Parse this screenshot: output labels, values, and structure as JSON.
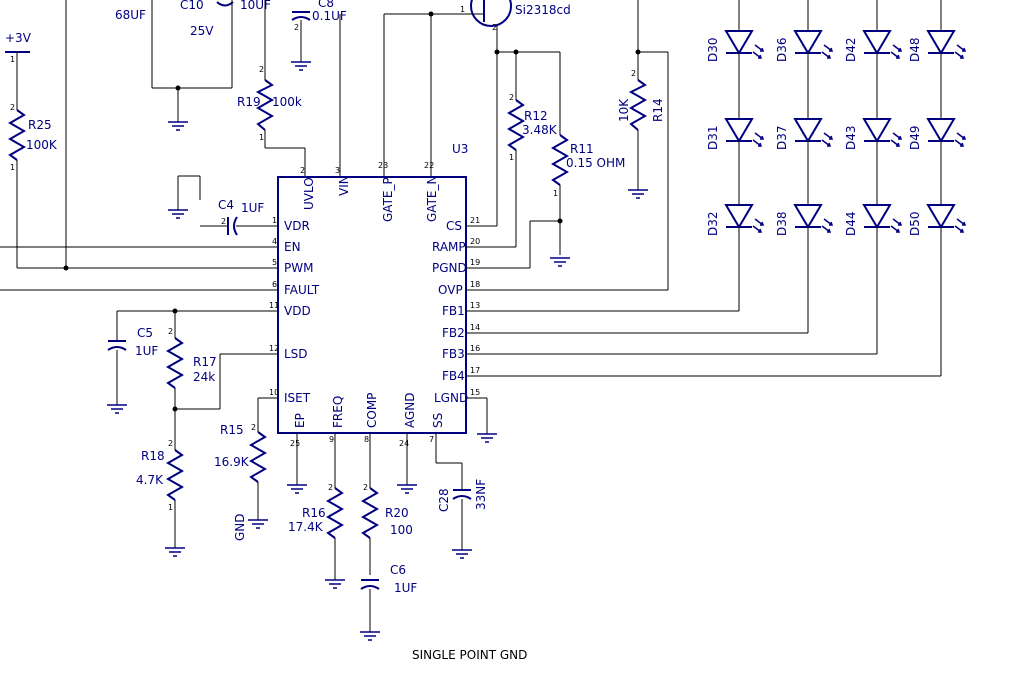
{
  "ic": {
    "ref": "U3",
    "left_pins": [
      {
        "num": "1",
        "name": "VDR"
      },
      {
        "num": "4",
        "name": "EN"
      },
      {
        "num": "5",
        "name": "PWM"
      },
      {
        "num": "6",
        "name": "FAULT"
      },
      {
        "num": "11",
        "name": "VDD"
      },
      {
        "num": "12",
        "name": "LSD"
      },
      {
        "num": "10",
        "name": "ISET"
      }
    ],
    "right_pins": [
      {
        "num": "21",
        "name": "CS"
      },
      {
        "num": "20",
        "name": "RAMP"
      },
      {
        "num": "19",
        "name": "PGND"
      },
      {
        "num": "18",
        "name": "OVP"
      },
      {
        "num": "13",
        "name": "FB1"
      },
      {
        "num": "14",
        "name": "FB2"
      },
      {
        "num": "16",
        "name": "FB3"
      },
      {
        "num": "17",
        "name": "FB4"
      },
      {
        "num": "15",
        "name": "LGND"
      }
    ],
    "top_pins": [
      {
        "num": "2",
        "name": "UVLO"
      },
      {
        "num": "3",
        "name": "VIN"
      },
      {
        "num": "23",
        "name": "GATE_P"
      },
      {
        "num": "22",
        "name": "GATE_N"
      }
    ],
    "bottom_pins": [
      {
        "num": "25",
        "name": "EP"
      },
      {
        "num": "9",
        "name": "FREQ"
      },
      {
        "num": "8",
        "name": "COMP"
      },
      {
        "num": "24",
        "name": "AGND"
      },
      {
        "num": "7",
        "name": "SS"
      }
    ]
  },
  "components": {
    "r25": {
      "ref": "R25",
      "value": "100K"
    },
    "r19": {
      "ref": "R19",
      "value": "100k"
    },
    "r12": {
      "ref": "R12",
      "value": "3.48K"
    },
    "r11": {
      "ref": "R11",
      "value": "0.15  OHM"
    },
    "r14": {
      "ref": "R14",
      "value": "10K"
    },
    "r17": {
      "ref": "R17",
      "value": "24k"
    },
    "r18": {
      "ref": "R18",
      "value": "4.7K"
    },
    "r15": {
      "ref": "R15",
      "value": "16.9K"
    },
    "r16": {
      "ref": "R16",
      "value": "17.4K"
    },
    "r20": {
      "ref": "R20",
      "value": "100"
    },
    "c4": {
      "ref": "C4",
      "value": "1UF"
    },
    "c5": {
      "ref": "C5",
      "value": "1UF"
    },
    "c6": {
      "ref": "C6",
      "value": "1UF"
    },
    "c8": {
      "ref": "C8",
      "value": "0.1UF"
    },
    "c10": {
      "ref": "C10",
      "value": "10UF",
      "voltage": "25V"
    },
    "c28": {
      "ref": "C28",
      "value": "33NF"
    },
    "cap_left_value": "68UF",
    "mosfet": "Si2318cd",
    "supply": "+3V",
    "gnd_label": "GND",
    "footer": "SINGLE  POINT  GND"
  },
  "leds": {
    "col1": [
      "D30",
      "D31",
      "D32"
    ],
    "col2": [
      "D36",
      "D37",
      "D38"
    ],
    "col3": [
      "D42",
      "D43",
      "D44"
    ],
    "col4": [
      "D48",
      "D49",
      "D50"
    ]
  }
}
